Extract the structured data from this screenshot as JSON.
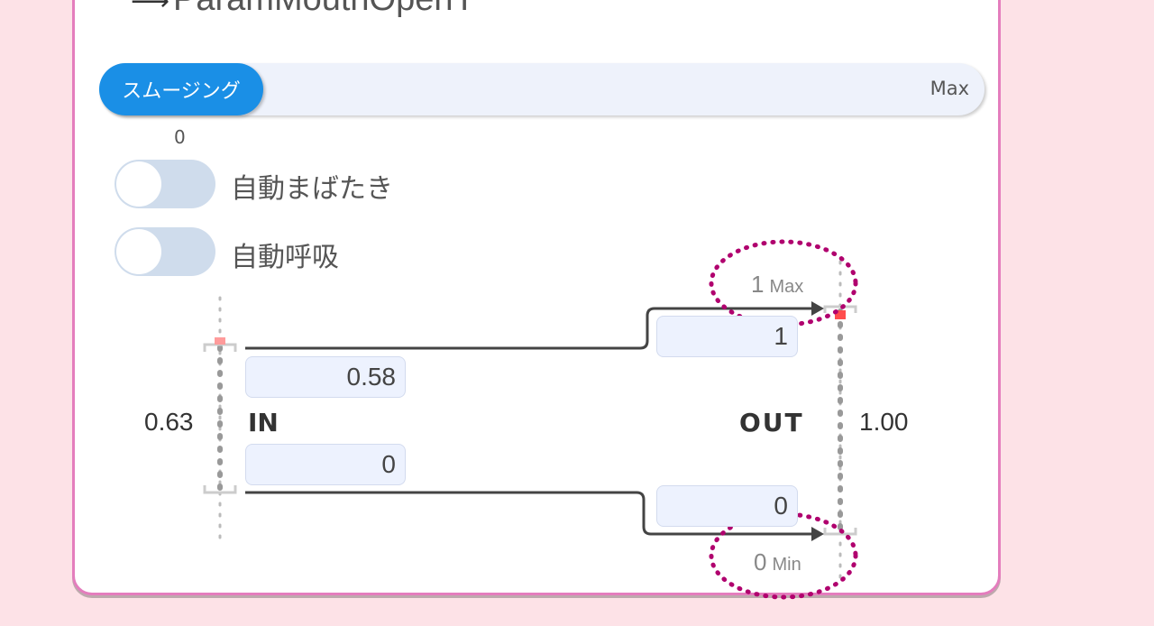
{
  "header": {
    "param_name": "ParamMouthOpenY"
  },
  "smoothing": {
    "label": "スムージング",
    "max_label": "Max",
    "min_label": "0",
    "value": 0
  },
  "toggles": [
    {
      "label": "自動まばたき",
      "on": false
    },
    {
      "label": "自動呼吸",
      "on": false
    }
  ],
  "mapping": {
    "input_label": "IN",
    "output_label": "OUT",
    "input_current": "0.63",
    "output_current": "1.00",
    "input_max": "0.58",
    "input_min": "0",
    "output_max": "1",
    "output_min": "0",
    "range_max_value": "1",
    "range_max_label": "Max",
    "range_min_value": "0",
    "range_min_label": "Min"
  },
  "colors": {
    "background": "#fde2e7",
    "card_border": "#e47dbd",
    "accent": "#1a8fe6",
    "highlight": "#b0006e",
    "marker": "#ff4d4d"
  }
}
